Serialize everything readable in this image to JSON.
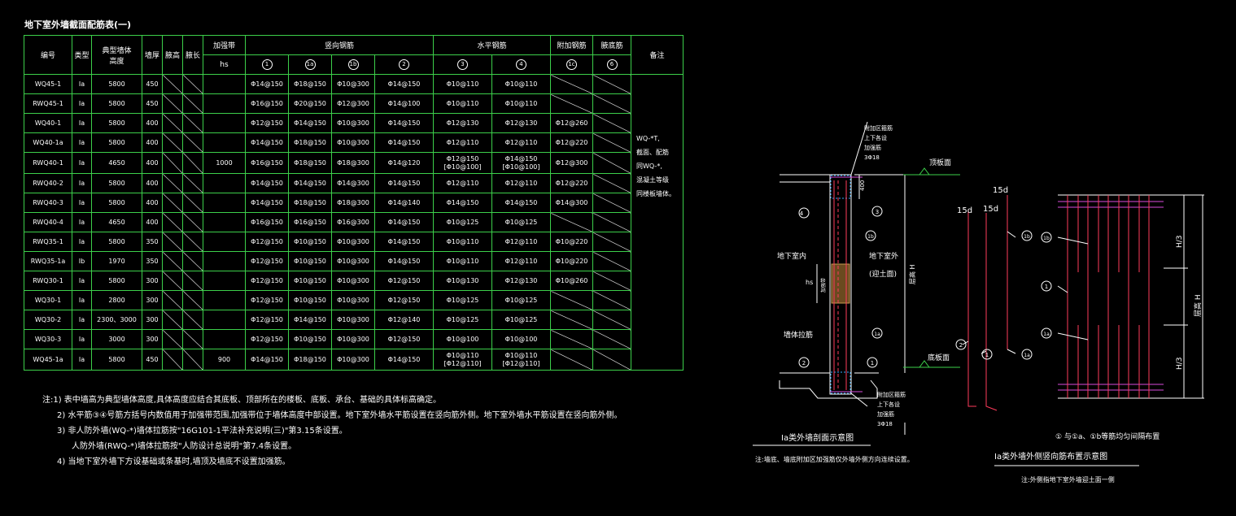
{
  "table_title": "地下室外墙截面配筋表(一)",
  "headers": {
    "no": "编号",
    "type": "类型",
    "height_a": "典型墙体",
    "height_b": "高度",
    "thk": "墙厚",
    "ana": "腋高",
    "anl": "腋长",
    "band": "加强带",
    "hs": "hs",
    "vert": "竖向钢筋",
    "horiz": "水平钢筋",
    "add": "附加钢筋",
    "bottom": "腋底筋",
    "remark": "备注"
  },
  "subheaders": [
    "1",
    "1a",
    "1b",
    "2",
    "3",
    "4",
    "1c",
    "6"
  ],
  "rows": [
    {
      "no": "WQ45-1",
      "t": "Ia",
      "h": "5800",
      "w": "450",
      "hs": "",
      "c": [
        "Φ14@150",
        "Φ18@150",
        "Φ10@300",
        "Φ14@150",
        "Φ10@110",
        "Φ10@110",
        "",
        ""
      ]
    },
    {
      "no": "RWQ45-1",
      "t": "Ia",
      "h": "5800",
      "w": "450",
      "hs": "",
      "c": [
        "Φ16@150",
        "Φ20@150",
        "Φ12@300",
        "Φ14@100",
        "Φ10@110",
        "Φ10@110",
        "",
        ""
      ]
    },
    {
      "no": "WQ40-1",
      "t": "Ia",
      "h": "5800",
      "w": "400",
      "hs": "",
      "c": [
        "Φ12@150",
        "Φ14@150",
        "Φ10@300",
        "Φ14@150",
        "Φ12@130",
        "Φ12@130",
        "Φ12@260",
        ""
      ]
    },
    {
      "no": "WQ40-1a",
      "t": "Ia",
      "h": "5800",
      "w": "400",
      "hs": "",
      "c": [
        "Φ14@150",
        "Φ18@150",
        "Φ10@300",
        "Φ14@150",
        "Φ12@110",
        "Φ12@110",
        "Φ12@220",
        ""
      ]
    },
    {
      "no": "RWQ40-1",
      "t": "Ia",
      "h": "4650",
      "w": "400",
      "hs": "1000",
      "c": [
        "Φ16@150",
        "Φ18@150",
        "Φ18@300",
        "Φ14@120",
        "Φ12@150\n[Φ10@100]",
        "Φ14@150\n[Φ10@100]",
        "Φ12@300",
        ""
      ]
    },
    {
      "no": "RWQ40-2",
      "t": "Ia",
      "h": "5800",
      "w": "400",
      "hs": "",
      "c": [
        "Φ14@150",
        "Φ14@150",
        "Φ14@300",
        "Φ14@150",
        "Φ12@110",
        "Φ12@110",
        "Φ12@220",
        ""
      ]
    },
    {
      "no": "RWQ40-3",
      "t": "Ia",
      "h": "5800",
      "w": "400",
      "hs": "",
      "c": [
        "Φ14@150",
        "Φ18@150",
        "Φ18@300",
        "Φ14@140",
        "Φ14@150",
        "Φ14@150",
        "Φ14@300",
        ""
      ]
    },
    {
      "no": "RWQ40-4",
      "t": "Ia",
      "h": "4650",
      "w": "400",
      "hs": "",
      "c": [
        "Φ16@150",
        "Φ16@150",
        "Φ16@300",
        "Φ14@150",
        "Φ10@125",
        "Φ10@125",
        "",
        ""
      ]
    },
    {
      "no": "RWQ35-1",
      "t": "Ia",
      "h": "5800",
      "w": "350",
      "hs": "",
      "c": [
        "Φ12@150",
        "Φ10@150",
        "Φ10@300",
        "Φ14@150",
        "Φ10@110",
        "Φ12@110",
        "Φ10@220",
        ""
      ]
    },
    {
      "no": "RWQ35-1a",
      "t": "Ib",
      "h": "1970",
      "w": "350",
      "hs": "",
      "c": [
        "Φ12@150",
        "Φ10@150",
        "Φ10@300",
        "Φ14@150",
        "Φ10@110",
        "Φ12@110",
        "Φ10@220",
        ""
      ]
    },
    {
      "no": "RWQ30-1",
      "t": "Ia",
      "h": "5800",
      "w": "300",
      "hs": "",
      "c": [
        "Φ12@150",
        "Φ10@150",
        "Φ10@300",
        "Φ12@150",
        "Φ10@130",
        "Φ12@130",
        "Φ10@260",
        ""
      ]
    },
    {
      "no": "WQ30-1",
      "t": "Ia",
      "h": "2800",
      "w": "300",
      "hs": "",
      "c": [
        "Φ12@150",
        "Φ10@150",
        "Φ10@300",
        "Φ12@150",
        "Φ10@125",
        "Φ10@125",
        "",
        ""
      ]
    },
    {
      "no": "WQ30-2",
      "t": "Ia",
      "h": "2300、3000",
      "w": "300",
      "hs": "",
      "c": [
        "Φ12@150",
        "Φ14@150",
        "Φ10@300",
        "Φ12@140",
        "Φ10@125",
        "Φ10@125",
        "",
        ""
      ]
    },
    {
      "no": "WQ30-3",
      "t": "Ia",
      "h": "3000",
      "w": "300",
      "hs": "",
      "c": [
        "Φ12@150",
        "Φ10@150",
        "Φ10@300",
        "Φ12@150",
        "Φ10@100",
        "Φ10@100",
        "",
        ""
      ]
    },
    {
      "no": "WQ45-1a",
      "t": "Ia",
      "h": "5800",
      "w": "450",
      "hs": "900",
      "c": [
        "Φ14@150",
        "Φ18@150",
        "Φ10@300",
        "Φ14@150",
        "Φ10@110\n[Φ12@110]",
        "Φ10@110\n[Φ12@110]",
        "",
        ""
      ]
    }
  ],
  "remark": [
    "WQ-*T,",
    "截面、配筋",
    "同WQ-*,",
    "混凝土等级",
    "同楼板墙体。"
  ],
  "notes": [
    "注:1) 表中墙高为典型墙体高度,具体高度应结合其底板、顶部所在的楼板、底板、承台、基础的具体标高确定。",
    "2) 水平筋③④号筋方括号内数值用于加强带范围,加强带位于墙体高度中部设置。地下室外墙水平筋设置在竖向筋外侧。地下室外墙水平筋设置在竖向筋外侧。",
    "3) 非人防外墙(WQ-*)墙体拉筋按\"16G101-1平法补充说明(三)\"第3.15条设置。",
    "人防外墙(RWQ-*)墙体拉筋按\"人防设计总说明\"第7.4条设置。",
    "4) 当地下室外墙下方设基础或条基时,墙顶及墙底不设置加强筋。"
  ],
  "diagram1": {
    "top_label": "顶板面",
    "bottom_label": "底板面",
    "dim_400": "400",
    "h_label": "层高 H",
    "hs_label": "hs",
    "band_label": "加强带",
    "inner_label": "地下室内",
    "outer_label_a": "地下室外",
    "outer_label_b": "(迎土面)",
    "tie_label": "墙体拉筋",
    "note_top": [
      "附加区箍筋",
      "上下各设",
      "加强筋",
      "3Φ18"
    ],
    "note_bottom": [
      "附加区箍筋",
      "上下各设",
      "加强筋",
      "3Φ18"
    ],
    "markers": [
      "4",
      "3",
      "1b",
      "1a",
      "2",
      "1"
    ],
    "caption": "Ia类外墙剖面示意图",
    "sub_caption": "注:墙底、墙底附加区加强筋仅外墙外侧方向连续设置。"
  },
  "diagram2": {
    "labels_15d": [
      "15d",
      "15d",
      "15d"
    ],
    "markers": [
      "2",
      "1",
      "1a",
      "1b"
    ]
  },
  "diagram3": {
    "markers": [
      "1b",
      "1",
      "1a"
    ],
    "dim_h3_top": "H/3",
    "dim_h3_bottom": "H/3",
    "dim_h": "层高 H",
    "legend": "① 与①a、①b等筋均匀间隔布置",
    "caption": "Ia类外墙外侧竖向筋布置示意图",
    "sub_caption": "注:外侧指地下室外墙迎土面一侧"
  }
}
